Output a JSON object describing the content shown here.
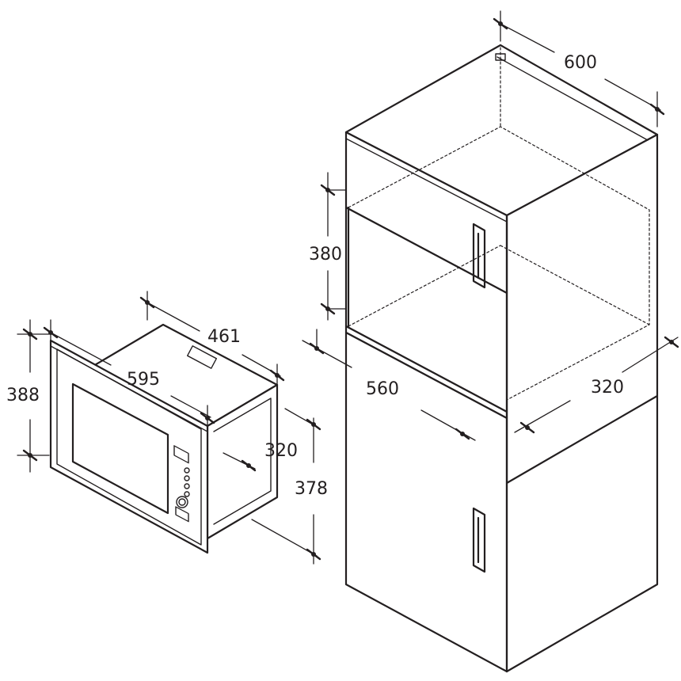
{
  "dimensions": {
    "cabinet_width": "600",
    "niche_height": "380",
    "niche_width": "560",
    "niche_depth": "320",
    "microwave_width": "595",
    "microwave_body_width": "461",
    "microwave_height": "388",
    "microwave_depth": "320",
    "microwave_body_height": "378"
  },
  "colors": {
    "line": "#231f20",
    "background": "#ffffff"
  }
}
